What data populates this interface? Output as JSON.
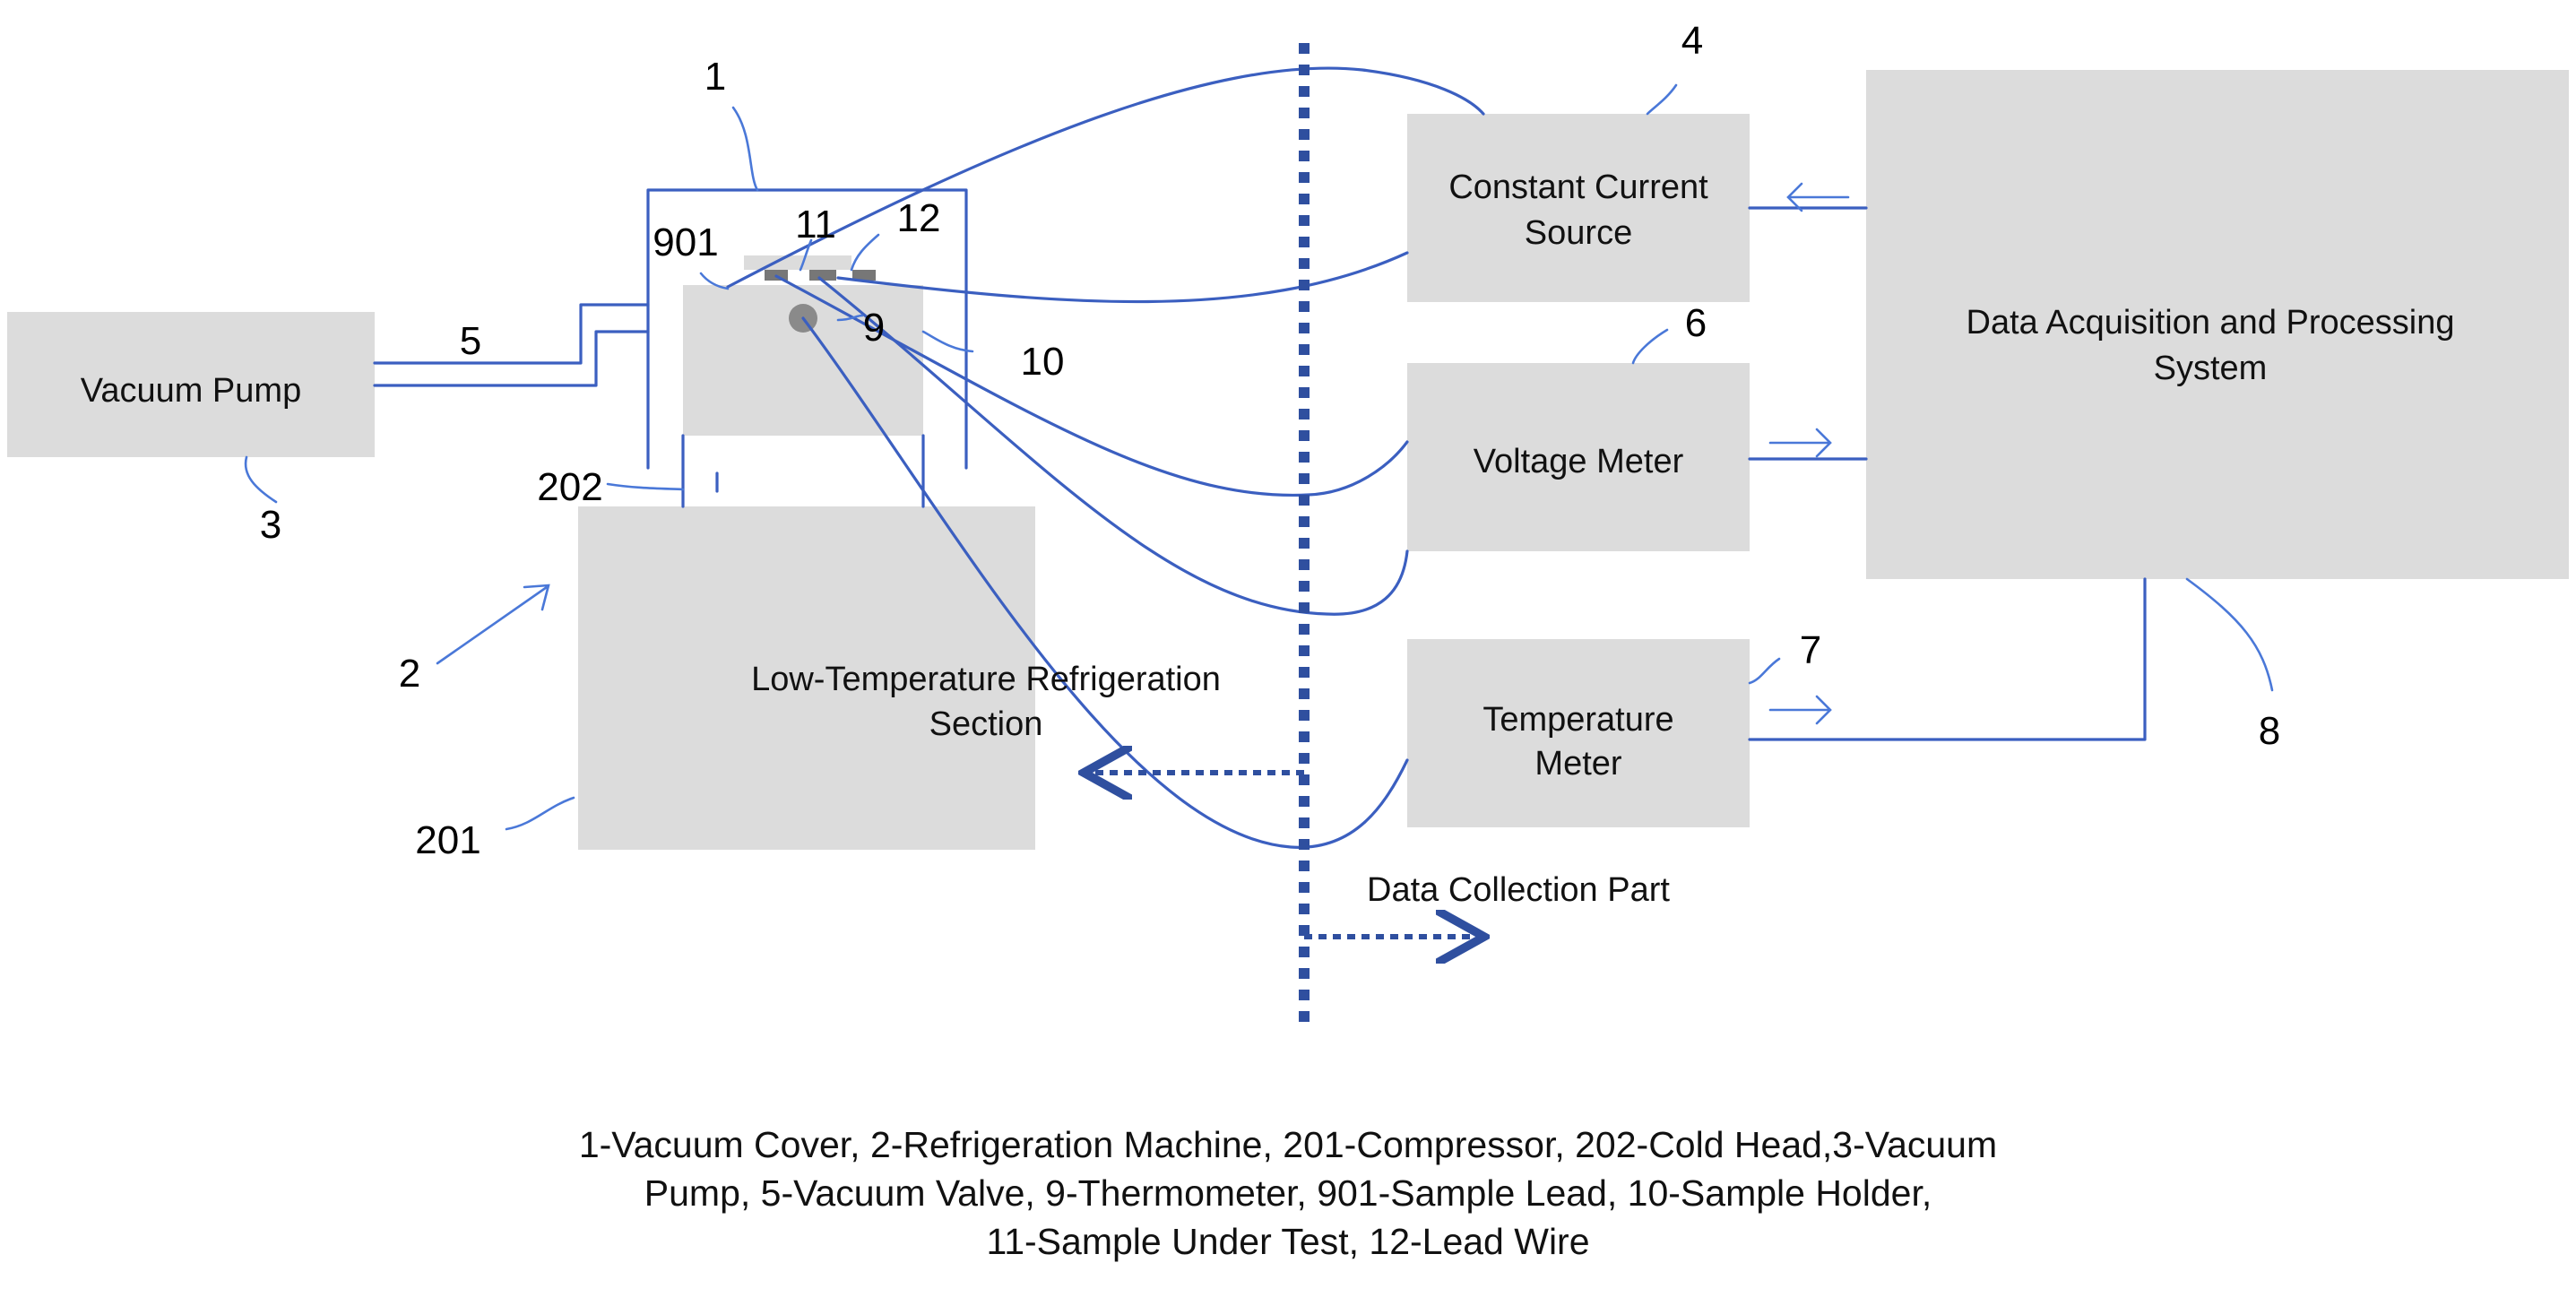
{
  "blocks": {
    "vacuum_pump": "Vacuum Pump",
    "constant_current_line1": "Constant Current",
    "constant_current_line2": "Source",
    "data_acq_line1": "Data Acquisition and Processing",
    "data_acq_line2": "System",
    "voltage_meter": "Voltage Meter",
    "temperature_meter_line1": "Temperature",
    "temperature_meter_line2": "Meter",
    "refrigeration_line1": "Low-Temperature Refrigeration",
    "refrigeration_line2": "Section",
    "data_collection": "Data Collection Part"
  },
  "numbers": {
    "n1": "1",
    "n2": "2",
    "n3": "3",
    "n4": "4",
    "n5": "5",
    "n6": "6",
    "n7": "7",
    "n8": "8",
    "n9": "9",
    "n10": "10",
    "n11": "11",
    "n12": "12",
    "n201": "201",
    "n202": "202",
    "n901": "901"
  },
  "caption": {
    "line1": "1-Vacuum Cover, 2-Refrigeration Machine, 201-Compressor, 202-Cold Head,3-Vacuum",
    "line2": "Pump, 5-Vacuum Valve, 9-Thermometer, 901-Sample Lead, 10-Sample Holder,",
    "line3": "11-Sample Under Test, 12-Lead Wire"
  },
  "colors": {
    "wire": "#3b5fc0",
    "box_fill": "#dcdcdc",
    "divider": "#2f4f9f"
  }
}
